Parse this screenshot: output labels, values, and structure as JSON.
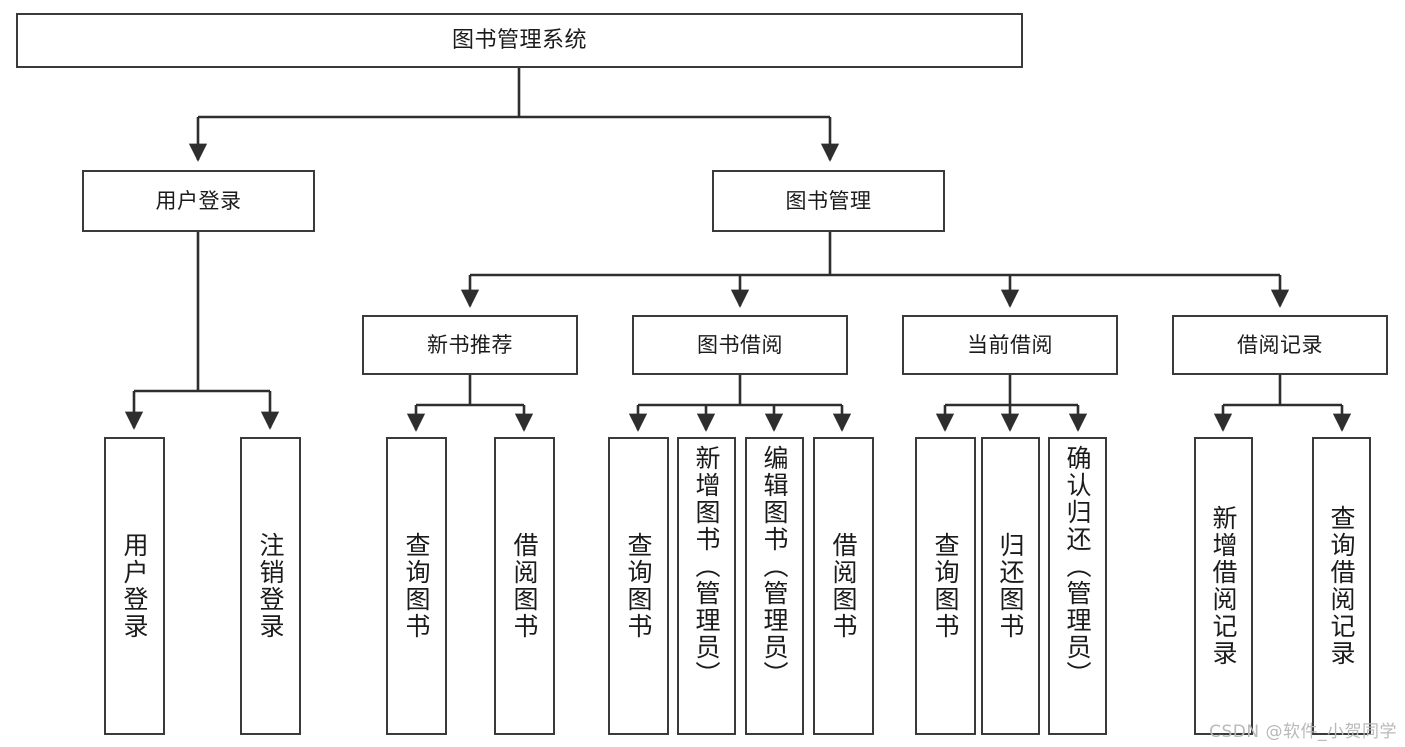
{
  "diagram": {
    "title": "图书管理系统",
    "type": "tree",
    "root": {
      "id": "root",
      "label": "图书管理系统"
    },
    "level2": [
      {
        "id": "user-login",
        "label": "用户登录"
      },
      {
        "id": "book-manage",
        "label": "图书管理"
      }
    ],
    "level3": [
      {
        "id": "new-book-recommend",
        "label": "新书推荐",
        "parent": "book-manage"
      },
      {
        "id": "book-borrow",
        "label": "图书借阅",
        "parent": "book-manage"
      },
      {
        "id": "current-borrow",
        "label": "当前借阅",
        "parent": "book-manage"
      },
      {
        "id": "borrow-record",
        "label": "借阅记录",
        "parent": "book-manage"
      }
    ],
    "leaves": {
      "user_login": [
        {
          "id": "leaf-user-login",
          "label": "用户登录"
        },
        {
          "id": "leaf-logout-login",
          "label": "注销登录"
        }
      ],
      "new_book_recommend": [
        {
          "id": "leaf-query-book-1",
          "label": "查询图书"
        },
        {
          "id": "leaf-borrow-book-1",
          "label": "借阅图书"
        }
      ],
      "book_borrow": [
        {
          "id": "leaf-query-book-2",
          "label": "查询图书"
        },
        {
          "id": "leaf-add-book-admin",
          "label": "新增图书（管理员）"
        },
        {
          "id": "leaf-edit-book-admin",
          "label": "编辑图书（管理员）"
        },
        {
          "id": "leaf-borrow-book-2",
          "label": "借阅图书"
        }
      ],
      "current_borrow": [
        {
          "id": "leaf-query-book-3",
          "label": "查询图书"
        },
        {
          "id": "leaf-return-book",
          "label": "归还图书"
        },
        {
          "id": "leaf-confirm-return-admin",
          "label": "确认归还（管理员）"
        }
      ],
      "borrow_record": [
        {
          "id": "leaf-add-borrow-record",
          "label": "新增借阅记录"
        },
        {
          "id": "leaf-query-borrow-record",
          "label": "查询借阅记录"
        }
      ]
    }
  },
  "watermark": {
    "text": "CSDN @软件_小贺同学"
  },
  "colors": {
    "border": "#3a3a3a",
    "line": "#2e2e2e",
    "background": "#ffffff",
    "text": "#1b1b1b",
    "watermark": "#b9b9b9"
  }
}
